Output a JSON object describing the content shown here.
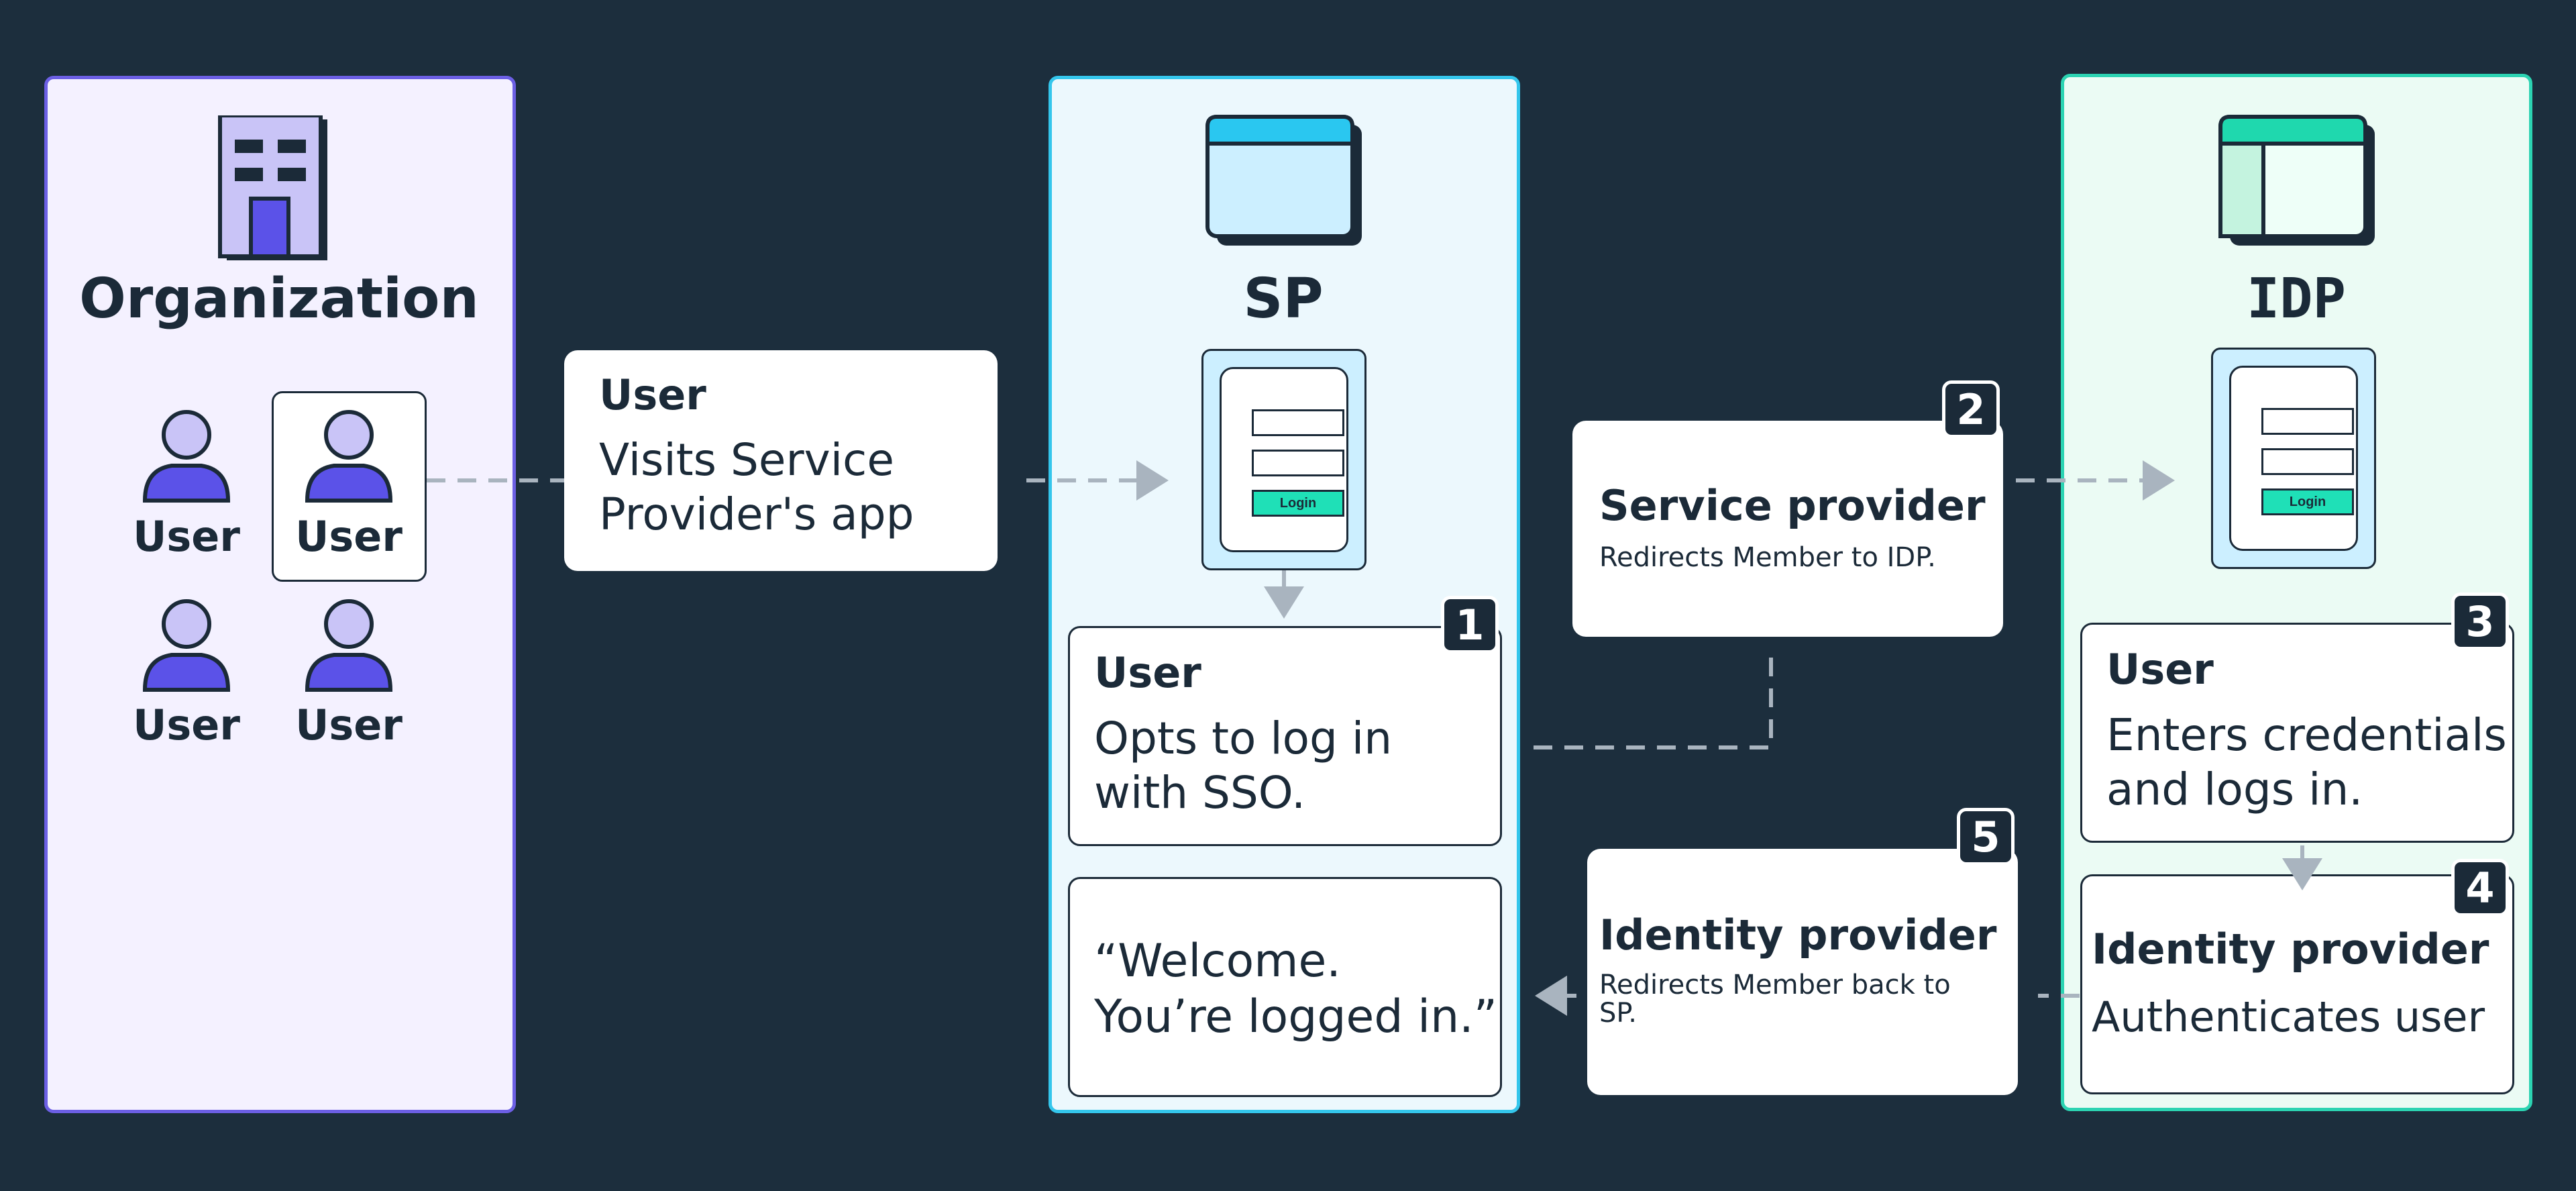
{
  "colors": {
    "background": "#1c2e3d",
    "organization_border": "#6c5fe4",
    "sp_border": "#34c6ec",
    "idp_border": "#2cd3b2",
    "user_icon": "#5b52e8",
    "login_button": "#1fe0b7"
  },
  "organization": {
    "title": "Organization",
    "icon": "building-icon",
    "users": [
      "User",
      "User",
      "User",
      "User"
    ]
  },
  "sp": {
    "title": "SP",
    "icon": "browser-window-icon"
  },
  "idp": {
    "title": "IDP",
    "icon": "app-window-icon"
  },
  "login_form": {
    "button_label": "Login"
  },
  "cards": {
    "user_visit": {
      "heading": "User",
      "line1": "Visits Service",
      "line2": "Provider's app"
    },
    "step1": {
      "number": "1",
      "heading": "User",
      "line1": "Opts to log in",
      "line2": "with SSO."
    },
    "step2": {
      "number": "2",
      "heading": "Service provider",
      "text": "Redirects Member to IDP."
    },
    "step3": {
      "number": "3",
      "heading": "User",
      "line1": "Enters credentials",
      "line2": "and logs in."
    },
    "step4": {
      "number": "4",
      "heading": "Identity provider",
      "text": "Authenticates user"
    },
    "step5": {
      "number": "5",
      "heading": "Identity provider",
      "line1": "Redirects Member back to",
      "line2": "SP."
    },
    "welcome": {
      "line1": "“Welcome.",
      "line2": "You’re logged in.”"
    }
  }
}
